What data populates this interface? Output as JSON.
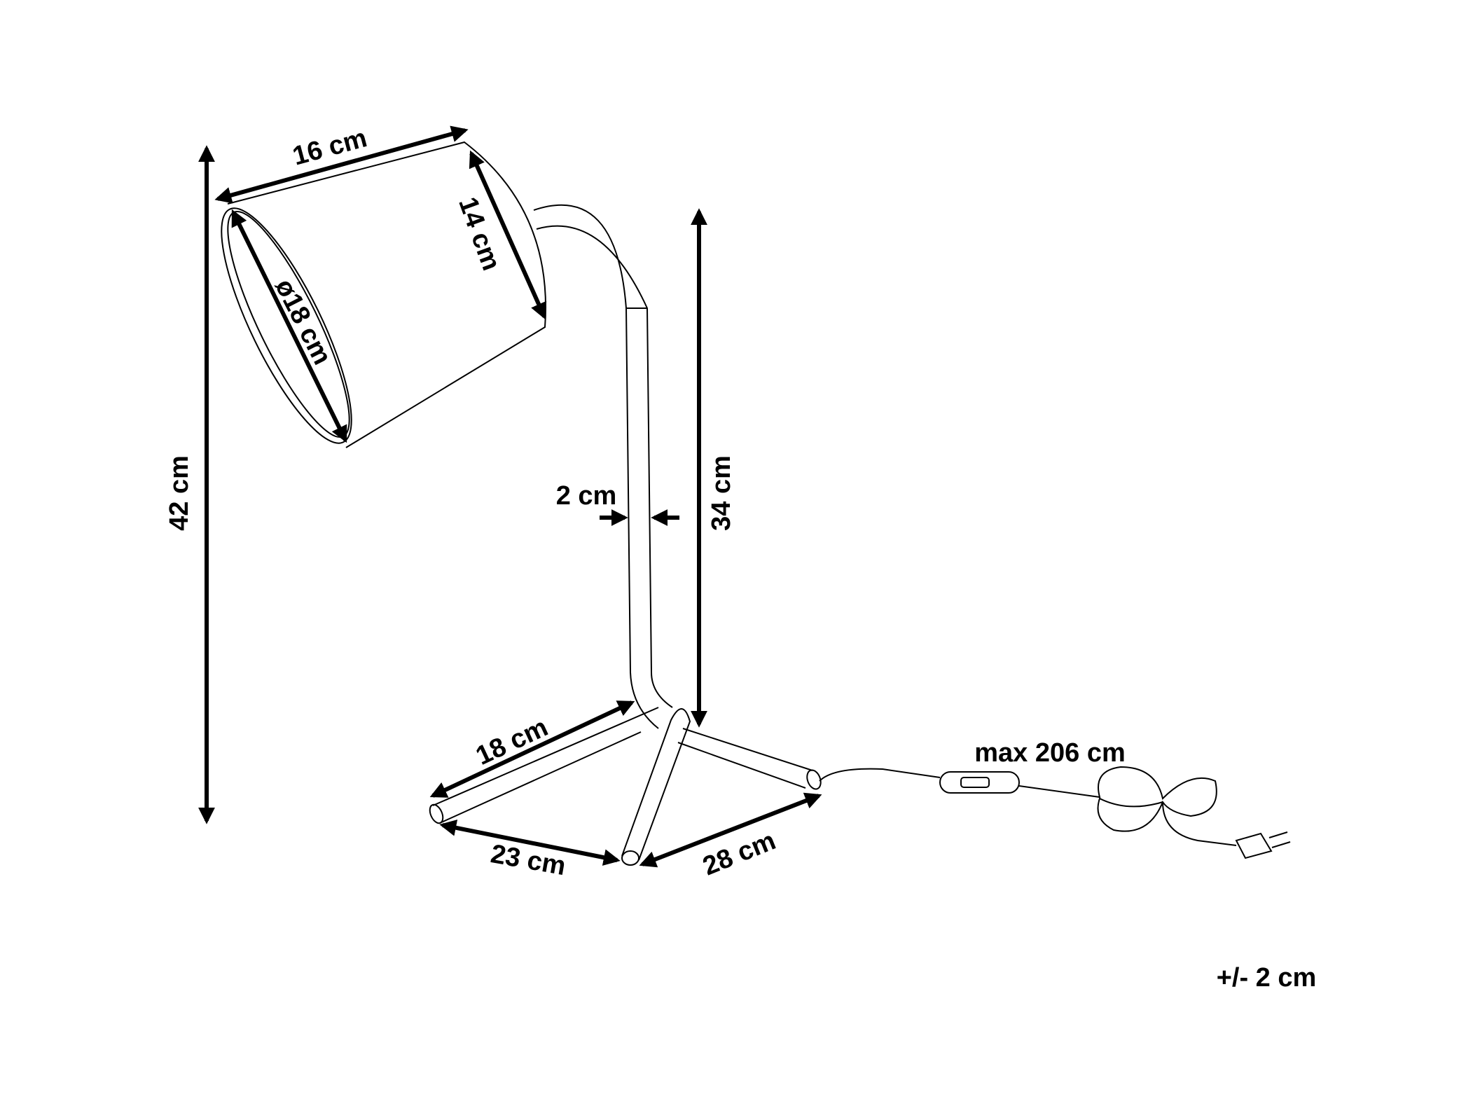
{
  "dimensions": {
    "total_height": "42 cm",
    "shade_length": "16 cm",
    "shade_small_diameter": "14 cm",
    "shade_diameter": "ø18 cm",
    "stem_height": "34 cm",
    "stem_width": "2 cm",
    "leg_back": "18 cm",
    "leg_front_left": "23 cm",
    "leg_front_right": "28 cm",
    "cable_length": "max 206 cm"
  },
  "tolerance": "+/- 2 cm"
}
